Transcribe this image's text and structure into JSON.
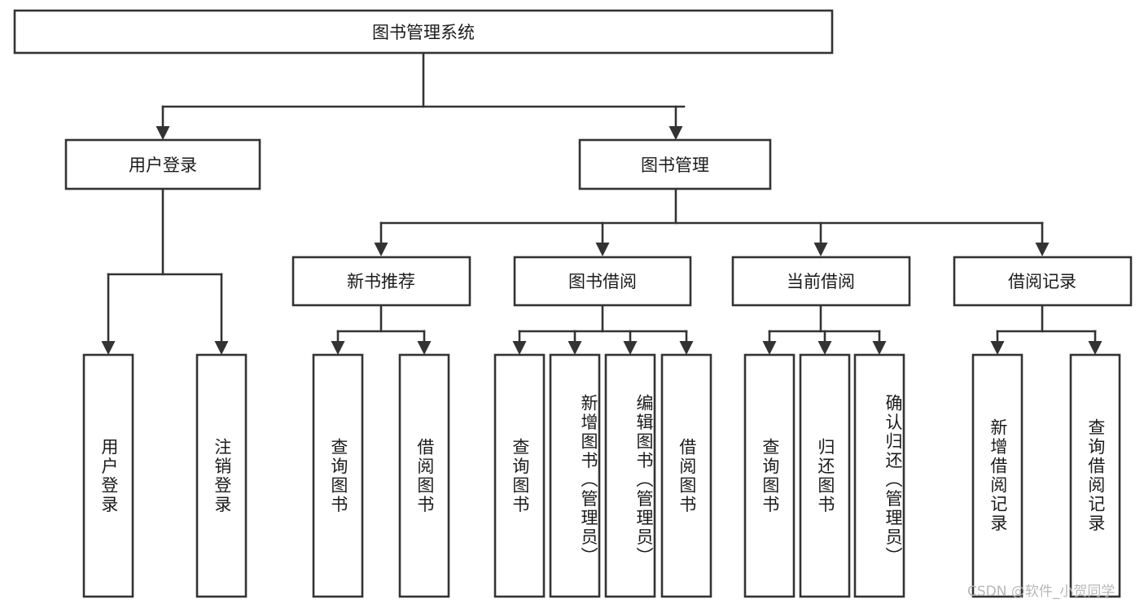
{
  "diagram": {
    "title": "图书管理系统",
    "watermark": "CSDN @软件_小贺同学",
    "colors": {
      "box_stroke": "#333333",
      "box_fill": "#ffffff",
      "text": "#1b1b1b",
      "watermark": "#b8b8b8",
      "background": "#ffffff"
    },
    "root": {
      "label": "图书管理系统"
    },
    "level2": [
      {
        "label": "用户登录"
      },
      {
        "label": "图书管理"
      }
    ],
    "level3": [
      {
        "label": "新书推荐"
      },
      {
        "label": "图书借阅"
      },
      {
        "label": "当前借阅"
      },
      {
        "label": "借阅记录"
      }
    ],
    "leaves": {
      "user_login": [
        {
          "label": "用户登录"
        },
        {
          "label": "注销登录"
        }
      ],
      "new_book_recommend": [
        {
          "label": "查询图书"
        },
        {
          "label": "借阅图书"
        }
      ],
      "book_borrow": [
        {
          "label": "查询图书"
        },
        {
          "label": "新增图书（管理员）"
        },
        {
          "label": "编辑图书（管理员）"
        },
        {
          "label": "借阅图书"
        }
      ],
      "current_borrow": [
        {
          "label": "查询图书"
        },
        {
          "label": "归还图书"
        },
        {
          "label": "确认归还（管理员）"
        }
      ],
      "borrow_record": [
        {
          "label": "新增借阅记录"
        },
        {
          "label": "查询借阅记录"
        }
      ]
    }
  }
}
